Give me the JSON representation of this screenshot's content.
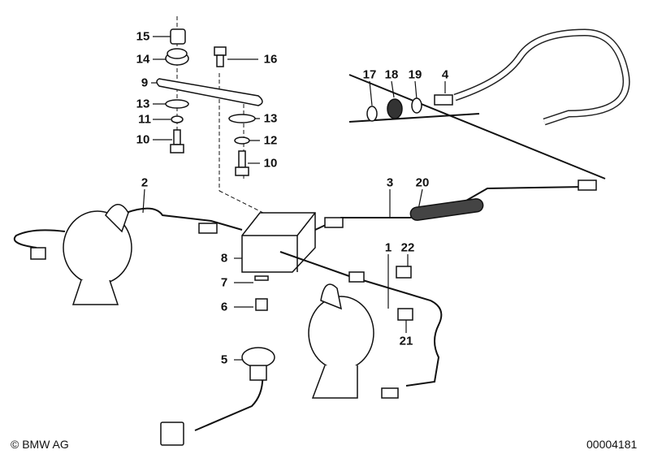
{
  "callouts": {
    "c15": "15",
    "c14": "14",
    "c16": "16",
    "c9": "9",
    "c13a": "13",
    "c11": "11",
    "c13b": "13",
    "c12": "12",
    "c10a": "10",
    "c10b": "10",
    "c2": "2",
    "c3": "3",
    "c20": "20",
    "c17": "17",
    "c18": "18",
    "c19": "19",
    "c4": "4",
    "c1": "1",
    "c22": "22",
    "c8": "8",
    "c7": "7",
    "c6": "6",
    "c21": "21",
    "c5": "5"
  },
  "footer": {
    "copyright": "© BMW AG",
    "diagram_number": "00004181"
  }
}
